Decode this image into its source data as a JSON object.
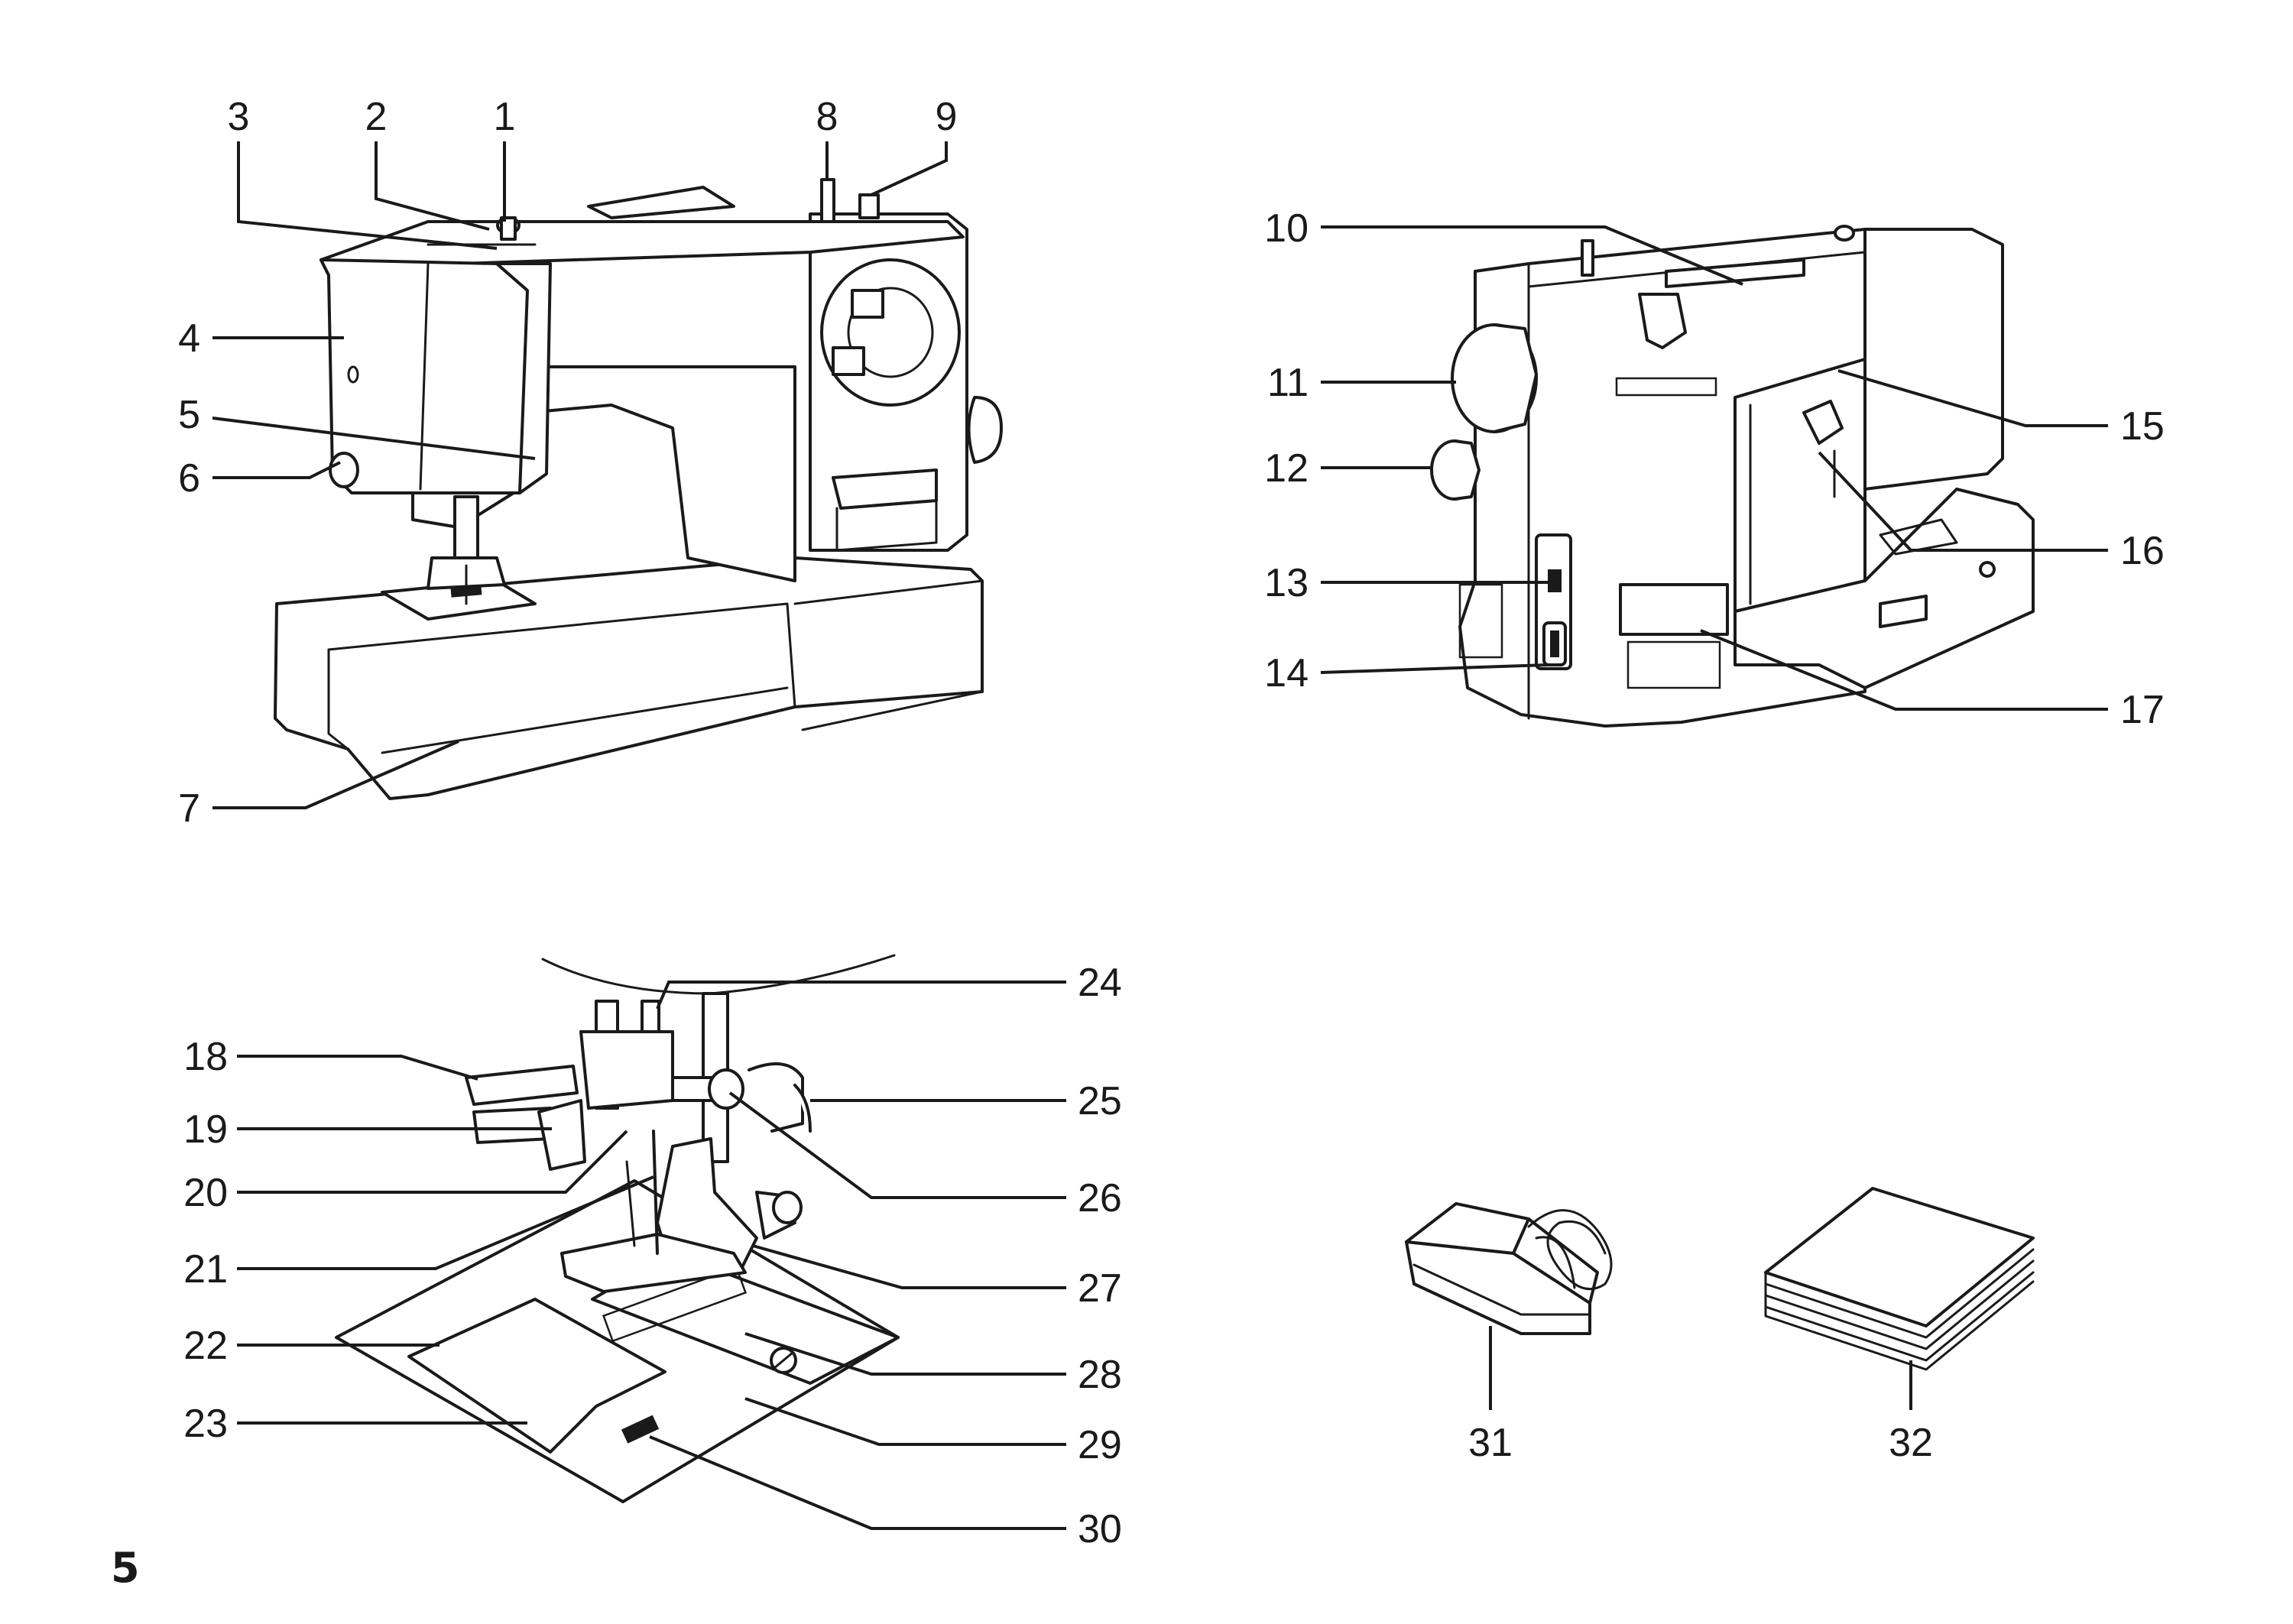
{
  "page": {
    "number": "5"
  },
  "figures": {
    "front_view": {
      "callouts": [
        "1",
        "2",
        "3",
        "4",
        "5",
        "6",
        "7",
        "8",
        "9"
      ]
    },
    "rear_view": {
      "callouts": [
        "10",
        "11",
        "12",
        "13",
        "14",
        "15",
        "16",
        "17"
      ]
    },
    "presser_foot_detail": {
      "callouts": [
        "18",
        "19",
        "20",
        "21",
        "22",
        "23",
        "24",
        "25",
        "26",
        "27",
        "28",
        "29",
        "30"
      ]
    },
    "accessories": {
      "callouts": [
        "31",
        "32"
      ]
    }
  }
}
